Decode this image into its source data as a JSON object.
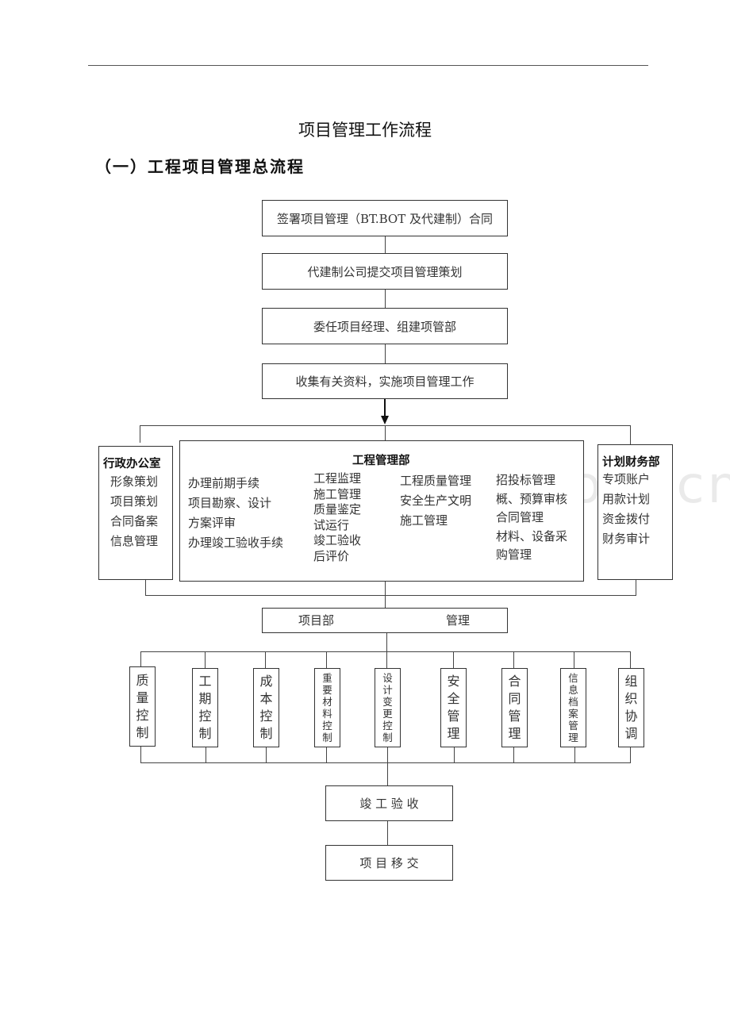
{
  "document": {
    "title": "项目管理工作流程",
    "subtitle": "（一）工程项目管理总流程",
    "watermark": "www.zixin.com.cn"
  },
  "flow_top": [
    "签署项目管理（BT.BOT 及代建制）合同",
    "代建制公司提交项目管理策划",
    "委任项目经理、组建项管部",
    "收集有关资料，实施项目管理工作"
  ],
  "admin_office": {
    "title": "行政办公室",
    "items": [
      "形象策划",
      "项目策划",
      "合同备案",
      "信息管理"
    ]
  },
  "engineering_dept": {
    "title": "工程管理部",
    "columns": [
      [
        "办理前期手续",
        "项目勘察、设计",
        "方案评审",
        "办理竣工验收手续"
      ],
      [
        "工程监理",
        "施工管理",
        "质量鉴定",
        "试运行",
        "竣工验收",
        "后评价"
      ],
      [
        "工程质量管理",
        "安全生产文明",
        "施工管理"
      ],
      [
        "招投标管理",
        "概、预算审核",
        "合同管理",
        "材料、设备采",
        "购管理"
      ]
    ]
  },
  "finance_dept": {
    "title": "计划财务部",
    "items": [
      "专项账户",
      "用款计划",
      "资金拨付",
      "财务审计"
    ]
  },
  "project_dept": {
    "left": "项目部",
    "right": "管理"
  },
  "controls": [
    {
      "chars": [
        "质",
        "量",
        "控",
        "制"
      ]
    },
    {
      "chars": [
        "工",
        "期",
        "控",
        "制"
      ]
    },
    {
      "chars": [
        "成",
        "本",
        "控",
        "制"
      ]
    },
    {
      "chars": [
        "重",
        "要",
        "材",
        "料",
        "控",
        "制"
      ]
    },
    {
      "chars": [
        "设",
        "计",
        "变",
        "更",
        "控",
        "制"
      ]
    },
    {
      "chars": [
        "安",
        "全",
        "管",
        "理"
      ]
    },
    {
      "chars": [
        "合",
        "同",
        "管",
        "理"
      ]
    },
    {
      "chars": [
        "信",
        "息",
        "档",
        "案",
        "管",
        "理"
      ]
    },
    {
      "chars": [
        "组",
        "织",
        "协",
        "调"
      ]
    }
  ],
  "flow_bottom": [
    "竣 工 验 收",
    "项 目 移 交"
  ]
}
